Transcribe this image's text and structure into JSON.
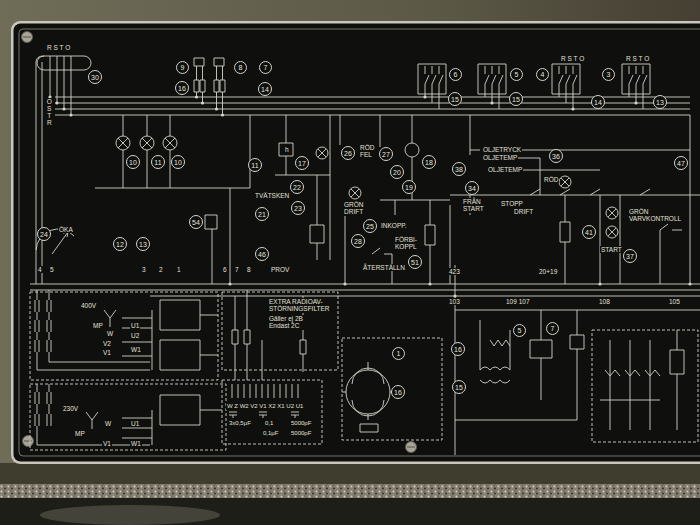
{
  "diagram": {
    "nodes": [
      {
        "text": [
          "30"
        ]
      },
      {
        "text": [
          "9"
        ]
      },
      {
        "text": [
          "8"
        ]
      },
      {
        "text": [
          "7"
        ]
      },
      {
        "text": [
          "16"
        ]
      },
      {
        "text": [
          "14"
        ]
      },
      {
        "text": [
          "6"
        ]
      },
      {
        "text": [
          "5"
        ]
      },
      {
        "text": [
          "4"
        ]
      },
      {
        "text": [
          "3"
        ]
      },
      {
        "text": [
          "15"
        ]
      },
      {
        "text": [
          "15"
        ]
      },
      {
        "text": [
          "14"
        ]
      },
      {
        "text": [
          "13"
        ]
      },
      {
        "text": [
          "26"
        ]
      },
      {
        "text": [
          "36"
        ]
      },
      {
        "text": [
          "10"
        ]
      },
      {
        "text": [
          "11"
        ]
      },
      {
        "text": [
          "10"
        ]
      },
      {
        "text": [
          "11"
        ]
      },
      {
        "text": [
          "17"
        ]
      },
      {
        "text": [
          "27"
        ]
      },
      {
        "text": [
          "18"
        ]
      },
      {
        "text": [
          "38"
        ]
      },
      {
        "text": [
          "47"
        ]
      },
      {
        "text": [
          "20"
        ]
      },
      {
        "text": [
          "19"
        ]
      },
      {
        "text": [
          "34"
        ]
      },
      {
        "text": [
          "22"
        ]
      },
      {
        "text": [
          "23"
        ]
      },
      {
        "text": [
          "21"
        ]
      },
      {
        "text": [
          "54"
        ]
      },
      {
        "text": [
          "25"
        ]
      },
      {
        "text": [
          "24"
        ]
      },
      {
        "text": [
          "41"
        ]
      },
      {
        "text": [
          "28"
        ]
      },
      {
        "text": [
          "12"
        ]
      },
      {
        "text": [
          "13"
        ]
      },
      {
        "text": [
          "46"
        ]
      },
      {
        "text": [
          "37"
        ]
      },
      {
        "text": [
          "51"
        ]
      },
      {
        "text": [
          "5"
        ]
      },
      {
        "text": [
          "7"
        ]
      },
      {
        "text": [
          "16"
        ]
      },
      {
        "text": [
          "1"
        ]
      },
      {
        "text": [
          "15"
        ]
      },
      {
        "text": [
          "16"
        ]
      }
    ],
    "labels": [
      "R S T O",
      "OSTR",
      "R S T O",
      "R S T O",
      "h",
      "RÖD FEL",
      "TVÄTSKEN",
      "OLJETRYCK",
      "OLJETEMP",
      "OLJETEMP",
      "RÖD",
      "FRÅN START",
      "STOPP",
      "DRIFT",
      "GRÖN DRIFT",
      "GRÖN VARVKONTROLL",
      "INKOPP.",
      "ÖKA",
      "FÖRBI- KOPPL",
      "START",
      "ÅTERSTÄLLN",
      "PROV",
      "4",
      "5",
      "3",
      "2",
      "1",
      "6",
      "7",
      "8",
      "423",
      "20+19",
      "EXTRA RADIOAV- STÖRNINGSFILTER",
      "103",
      "109 107",
      "108",
      "105",
      "400V",
      "Gäller ej 2B Endast 2C",
      "U1",
      "MP",
      "W",
      "U2",
      "V2",
      "V1",
      "W1",
      "230V",
      "W Z W2 V2 V1 X2 X1 U2 U1",
      "3x0,5μF",
      "0,1",
      "5000pF",
      "W",
      "U1",
      "MP",
      "0,1μF",
      "5000pF",
      "V1",
      "W1"
    ]
  }
}
